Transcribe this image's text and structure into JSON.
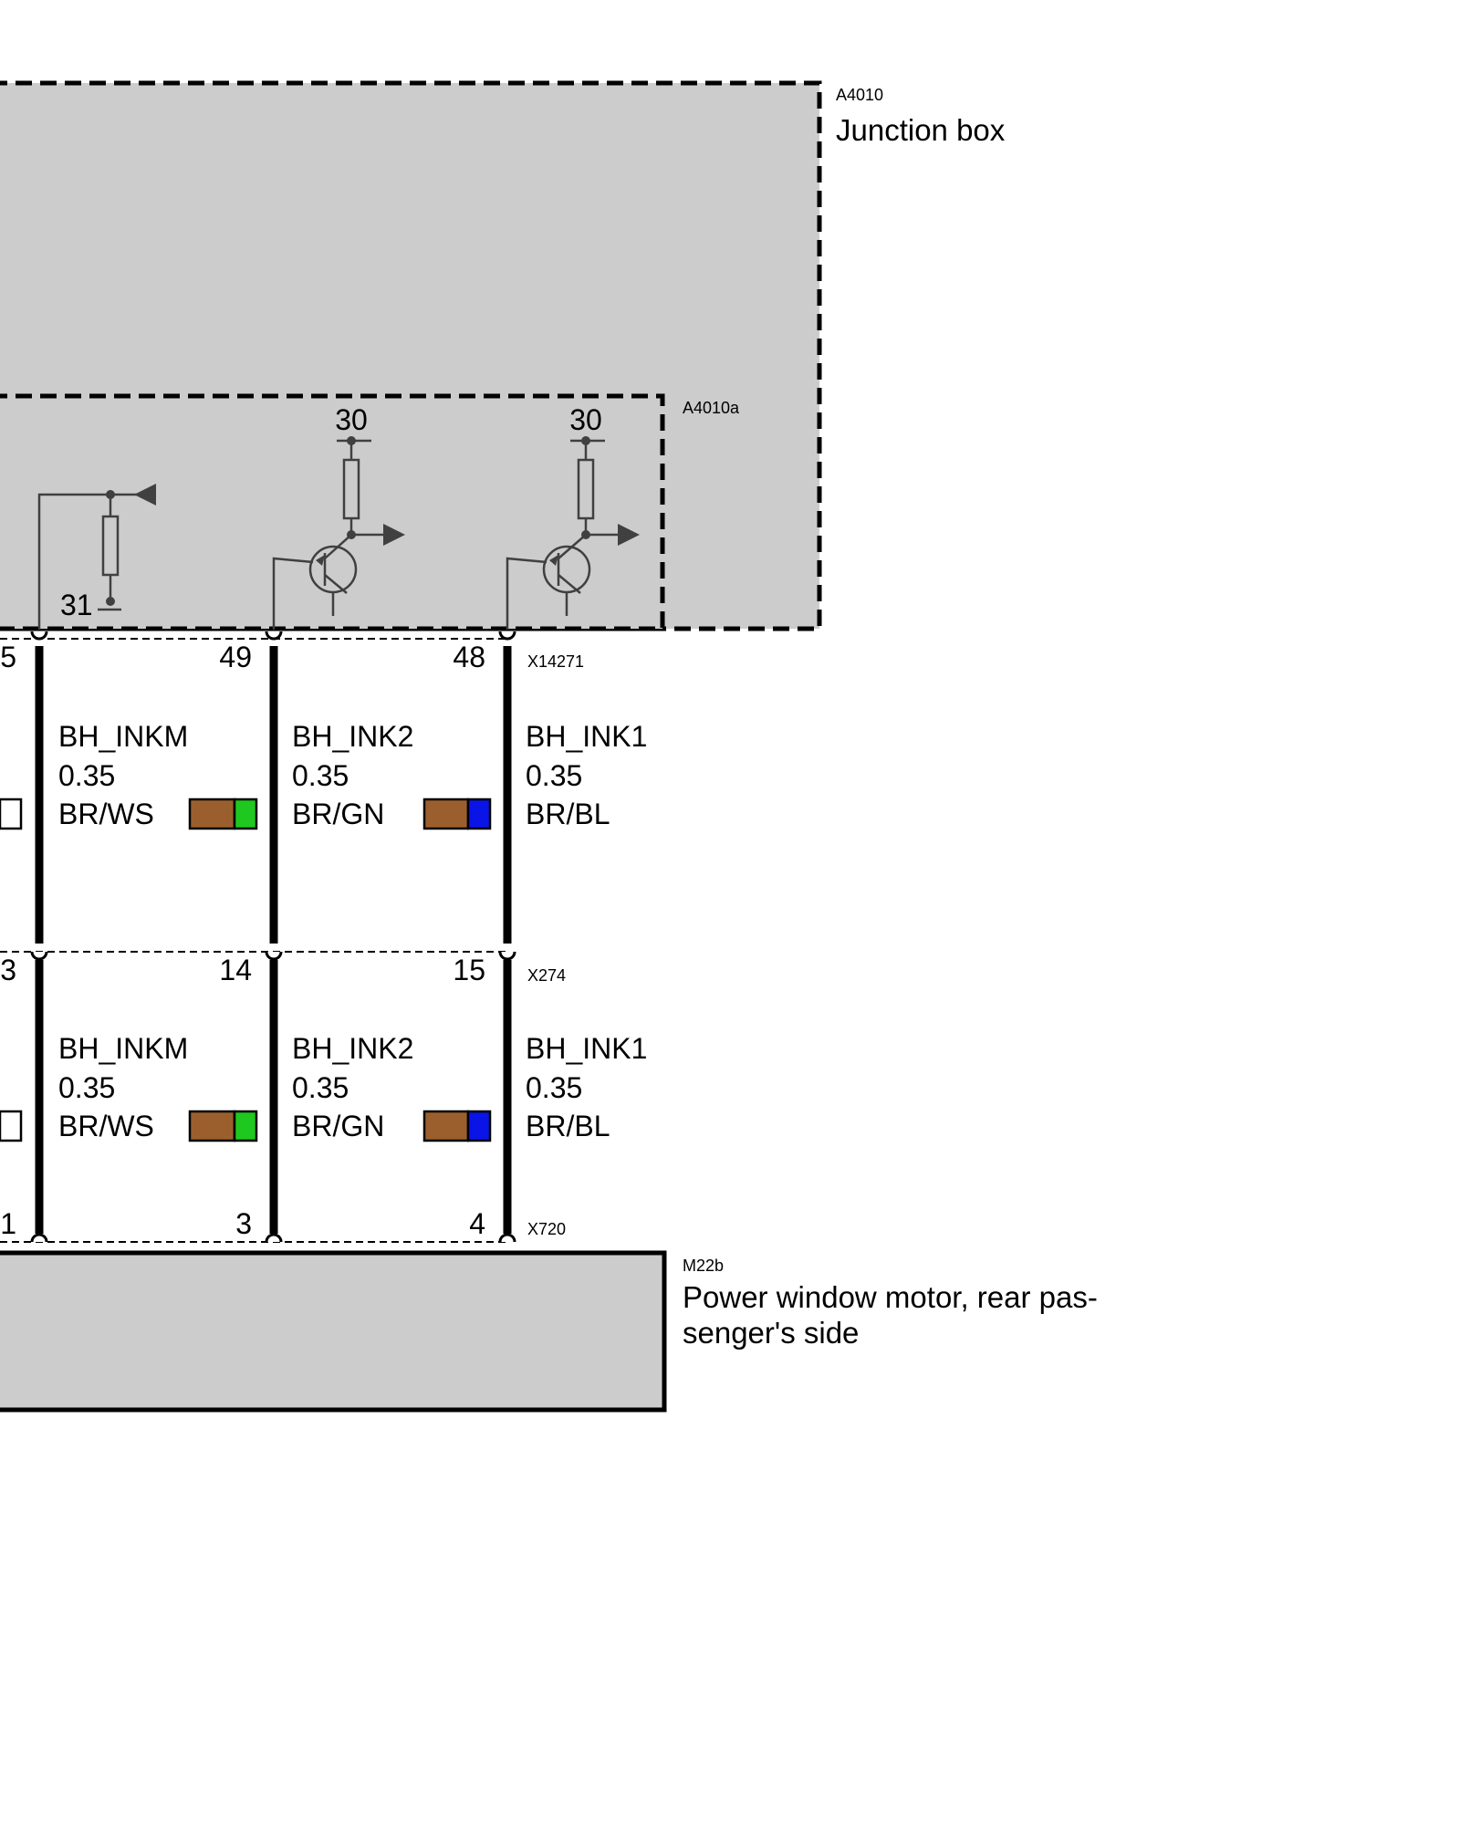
{
  "colors": {
    "component_fill": "#cccccc",
    "brown": "#9b5f2e",
    "green": "#1ec81e",
    "blue": "#0a14e6",
    "wire": "#000000",
    "symbol": "#404040"
  },
  "junction_box": {
    "id": "A4010",
    "name": "Junction box"
  },
  "module": {
    "id": "A4010a"
  },
  "motor": {
    "id": "M22b",
    "name_line1": "Power window motor, rear pas-",
    "name_line2": "senger's side"
  },
  "symbols": {
    "ground_31": "31",
    "supply_30_a": "30",
    "supply_30_b": "30"
  },
  "connectors": {
    "top": {
      "id": "X14271",
      "pins": [
        "5",
        "49",
        "48"
      ]
    },
    "middle": {
      "id": "X274",
      "pins": [
        "3",
        "14",
        "15"
      ]
    },
    "bottom": {
      "id": "X720",
      "pins": [
        "1",
        "3",
        "4"
      ]
    }
  },
  "wires_upper": [
    {
      "name": "BH_INKM",
      "gauge": "0.35",
      "color_code": "BR/WS",
      "stripe": "green-stripe-icon"
    },
    {
      "name": "BH_INK2",
      "gauge": "0.35",
      "color_code": "BR/GN",
      "stripe": "blue-stripe-icon"
    },
    {
      "name": "BH_INK1",
      "gauge": "0.35",
      "color_code": "BR/BL",
      "stripe": "white-stripe-icon"
    }
  ],
  "wires_lower": [
    {
      "name": "BH_INKM",
      "gauge": "0.35",
      "color_code": "BR/WS",
      "stripe": "green-stripe-icon"
    },
    {
      "name": "BH_INK2",
      "gauge": "0.35",
      "color_code": "BR/GN",
      "stripe": "blue-stripe-icon"
    },
    {
      "name": "BH_INK1",
      "gauge": "0.35",
      "color_code": "BR/BL",
      "stripe": "white-stripe-icon"
    }
  ]
}
